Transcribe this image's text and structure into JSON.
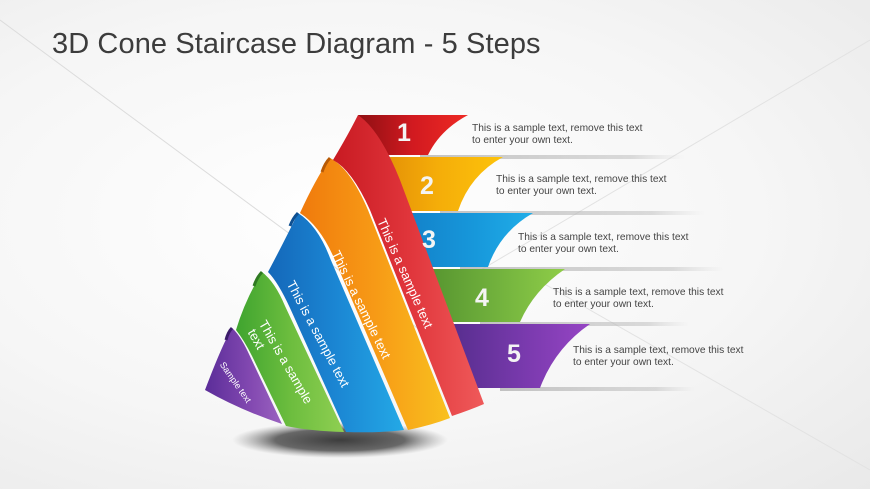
{
  "slide": {
    "title": "3D Cone Staircase Diagram - 5 Steps"
  },
  "steps": [
    {
      "number": "1",
      "color": "#d9262b",
      "description_line1": "This is a sample text, remove this text",
      "description_line2": "to enter your own text.",
      "band_label": "This is a sample text"
    },
    {
      "number": "2",
      "color": "#f5a50a",
      "description_line1": "This is a sample text, remove this text",
      "description_line2": "to enter your own text.",
      "band_label": "This is a sample text"
    },
    {
      "number": "3",
      "color": "#1b8fd6",
      "description_line1": "This is a sample text, remove this text",
      "description_line2": "to enter your own text.",
      "band_label": "This is a sample text"
    },
    {
      "number": "4",
      "color": "#6db33f",
      "description_line1": "This is a sample text, remove this text",
      "description_line2": "to enter your own text.",
      "band_label_line1": "This is a sample",
      "band_label_line2": "text"
    },
    {
      "number": "5",
      "color": "#7b3fae",
      "description_line1": "This is a sample text, remove this text",
      "description_line2": "to enter your own text.",
      "band_label": "Sample text"
    }
  ]
}
